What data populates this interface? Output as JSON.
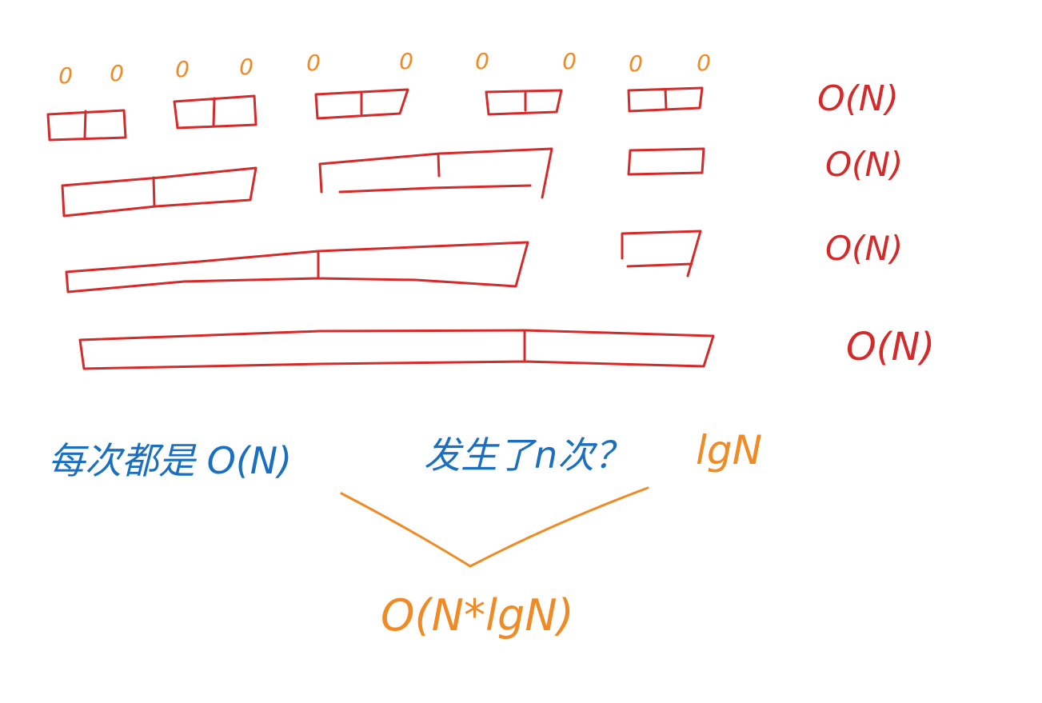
{
  "colors": {
    "red": "#d42a2a",
    "orange": "#f08a24",
    "blue": "#1a6fc0",
    "background": "#ffffff"
  },
  "levels": [
    {
      "label": "O(N)",
      "groups": 5
    },
    {
      "label": "O(N)",
      "groups": 3
    },
    {
      "label": "O(N)",
      "groups": 2
    },
    {
      "label": "O(N)",
      "groups": 1
    }
  ],
  "leaf_marks": [
    "0",
    "0",
    "0",
    "0",
    "0",
    "0",
    "0",
    "0",
    "0",
    "0"
  ],
  "note_left": "每次都是 O(N)",
  "note_question": "发生了n次？",
  "note_answer": "lgN",
  "result": "O(N*lgN)"
}
